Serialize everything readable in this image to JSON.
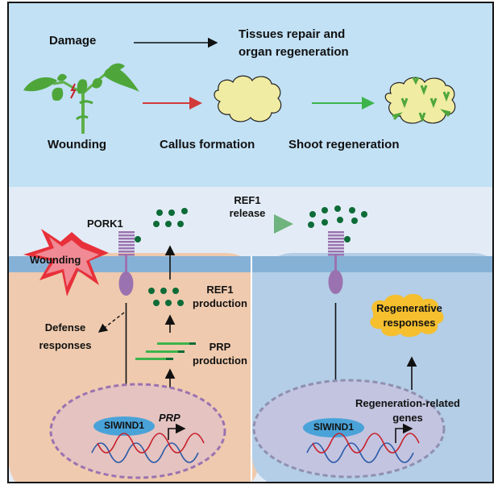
{
  "top_panel": {
    "damage_label": "Damage",
    "outcome_label_line1": "Tissues repair and",
    "outcome_label_line2": "organ regeneration",
    "stages": [
      {
        "label": "Wounding"
      },
      {
        "label": "Callus formation"
      },
      {
        "label": "Shoot regeneration"
      }
    ]
  },
  "left_cell": {
    "receptor_label": "PORK1",
    "wounding_label": "Wounding",
    "defense_label_line1": "Defense",
    "defense_label_line2": "responses",
    "ref1_production_line1": "REF1",
    "ref1_production_line2": "production",
    "prp_production_line1": "PRP",
    "prp_production_line2": "production",
    "tf_label": "SlWIND1",
    "gene_label": "PRP"
  },
  "release": {
    "line1": "REF1",
    "line2": "release"
  },
  "right_cell": {
    "regen_responses_line1": "Regenerative",
    "regen_responses_line2": "responses",
    "genes_line1": "Regeneration-related",
    "genes_line2": "genes",
    "tf_label": "SlWIND1"
  },
  "colors": {
    "top_bg": "#c2e1f5",
    "extracellular_bg": "#e3ecf6",
    "membrane": "#86b1d6",
    "left_cell": "#efcaae",
    "right_cell": "#b3cee6",
    "receptor": "#9b72b0",
    "peptide": "#0d6b37",
    "callus": "#f1eca3",
    "cloud": "#f5bf2e",
    "tf": "#4aa3d8",
    "dna_red": "#c8202a",
    "dna_blue": "#2b5aa8"
  }
}
